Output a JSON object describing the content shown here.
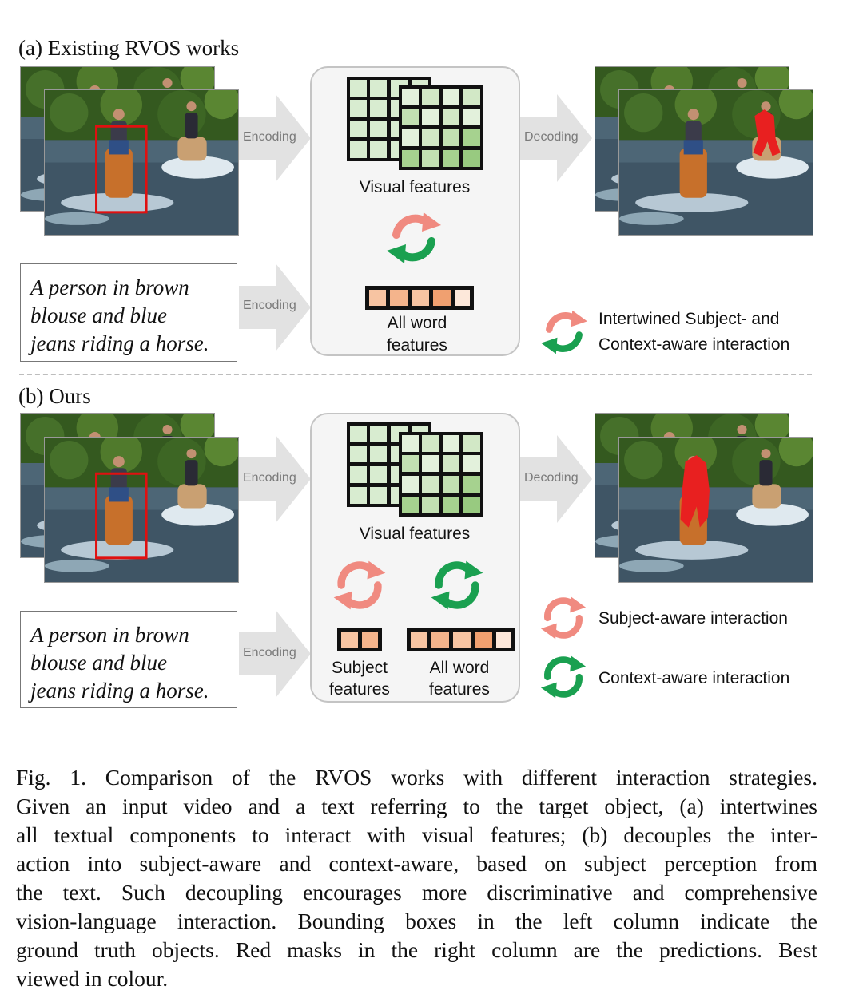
{
  "section_a": {
    "title": "(a) Existing RVOS works",
    "text_lines": [
      "A person in brown",
      "blouse and blue",
      "jeans riding a horse."
    ],
    "encoding_label": "Encoding",
    "decoding_label": "Decoding",
    "visual_features_label": "Visual features",
    "word_features_label_1": "All word",
    "word_features_label_2": "features",
    "legend_line_1": "Intertwined Subject- and",
    "legend_line_2": "Context-aware interaction"
  },
  "section_b": {
    "title": "(b) Ours",
    "text_lines": [
      "A person in brown",
      "blouse and blue",
      "jeans riding a horse."
    ],
    "encoding_label": "Encoding",
    "decoding_label": "Decoding",
    "visual_features_label": "Visual features",
    "subject_features_label_1": "Subject",
    "subject_features_label_2": "features",
    "word_features_label_1": "All word",
    "word_features_label_2": "features",
    "legend_subject": "Subject-aware interaction",
    "legend_context": "Context-aware interaction"
  },
  "caption_lines": [
    "Fig. 1.  Comparison of the RVOS works with different interaction strategies.",
    "Given an input video and a text referring to the target object, (a) intertwines",
    "all textual components to interact with visual features; (b) decouples the inter-",
    "action into subject-aware and context-aware, based on subject perception from",
    "the text. Such decoupling encourages more discriminative and comprehensive",
    "vision-language interaction. Bounding boxes in the left column indicate the",
    "ground truth objects. Red masks in the right column are the predictions. Best",
    "viewed in colour."
  ],
  "colors": {
    "ground_truth_box": "#e01010",
    "prediction_mask": "#e82020",
    "subject_interaction_arrow": "#f08a80",
    "context_interaction_arrow": "#1aa050",
    "feature_grid_back": "#d8ecd0",
    "feature_grid_front": "#b8dca8",
    "word_cell_light": "#fbe1cf",
    "word_cell_dark": "#f0a070"
  }
}
